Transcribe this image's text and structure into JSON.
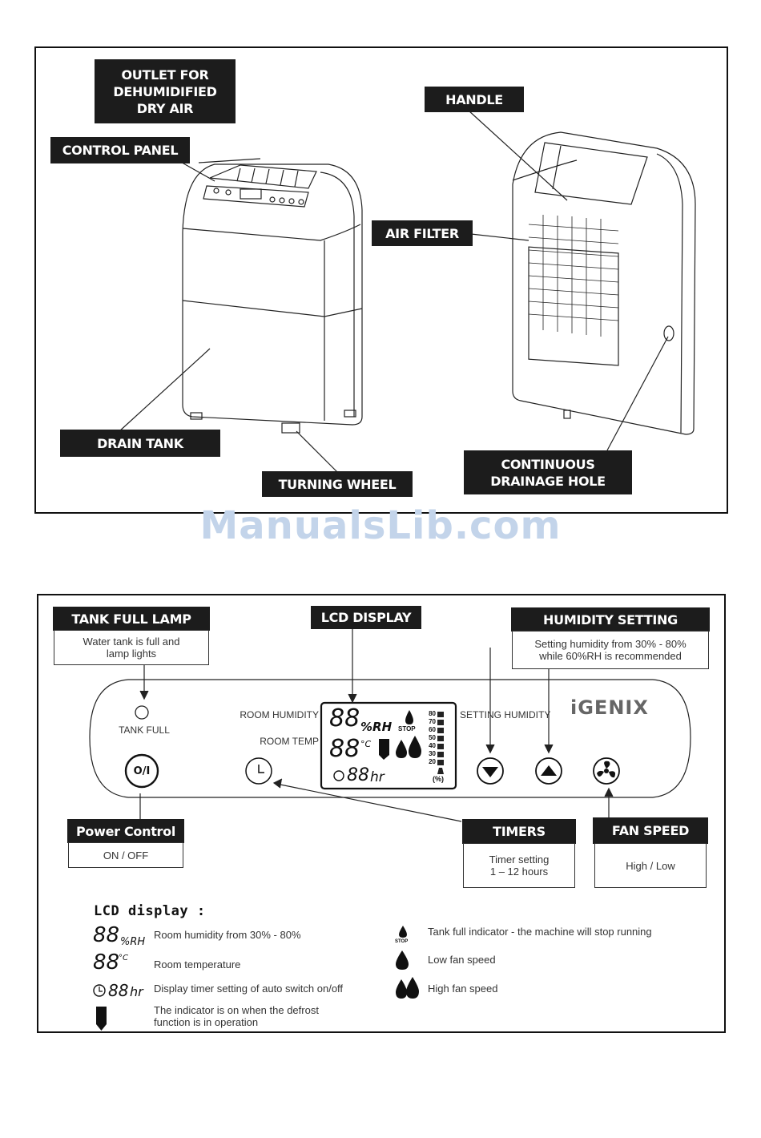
{
  "labels": {
    "outlet": "OUTLET FOR\nDEHUMIDIFIED\nDRY AIR",
    "control_panel": "CONTROL PANEL",
    "handle": "HANDLE",
    "air_filter": "AIR FILTER",
    "drain_tank": "DRAIN TANK",
    "turning_wheel": "TURNING WHEEL",
    "drainage_hole": "CONTINUOUS\nDRAINAGE HOLE"
  },
  "watermark": "ManualsLib.com",
  "panel": {
    "tank_full_lamp": {
      "title": "TANK FULL LAMP",
      "desc": "Water tank is full and\nlamp lights"
    },
    "lcd_display": {
      "title": "LCD DISPLAY"
    },
    "humidity_setting": {
      "title": "HUMIDITY SETTING",
      "desc": "Setting humidity from 30% - 80%\nwhile 60%RH is recommended"
    },
    "tank_full_text": "TANK FULL",
    "room_humidity": "ROOM HUMIDITY",
    "room_temp": "ROOM TEMP",
    "setting_humidity": "SETTING HUMIDITY",
    "brand": "iGENIX",
    "power_symbol": "O/I",
    "power_control": {
      "title": "Power Control",
      "desc": "ON / OFF"
    },
    "timers": {
      "title": "TIMERS",
      "desc": "Timer setting\n1 – 12 hours"
    },
    "fan_speed": {
      "title": "FAN SPEED",
      "desc": "High / Low"
    },
    "lcd": {
      "digits_hum": "88",
      "unit_rh": "%RH",
      "digits_temp": "88",
      "unit_c": "°C",
      "digits_timer": "88",
      "unit_hr": "hr",
      "stop": "STOP",
      "scale": [
        "80",
        "70",
        "60",
        "50",
        "40",
        "30",
        "20"
      ],
      "pct": "(%)"
    }
  },
  "legend": {
    "title": "LCD display :",
    "items": [
      {
        "symbol_main": "88",
        "symbol_unit": "%RH",
        "text": "Room humidity from 30% - 80%"
      },
      {
        "symbol_main": "88",
        "symbol_unit": "°C",
        "text": "Room temperature"
      },
      {
        "symbol_main": "88",
        "symbol_unit": "hr",
        "text": "Display timer setting of auto switch on/off"
      },
      {
        "symbol_main": "",
        "symbol_unit": "",
        "text": "The indicator is on when the defrost\nfunction is in operation"
      }
    ],
    "right_items": [
      {
        "text": "Tank full indicator - the machine will stop running",
        "stop": "STOP"
      },
      {
        "text": "Low fan speed"
      },
      {
        "text": "High fan speed"
      }
    ]
  }
}
